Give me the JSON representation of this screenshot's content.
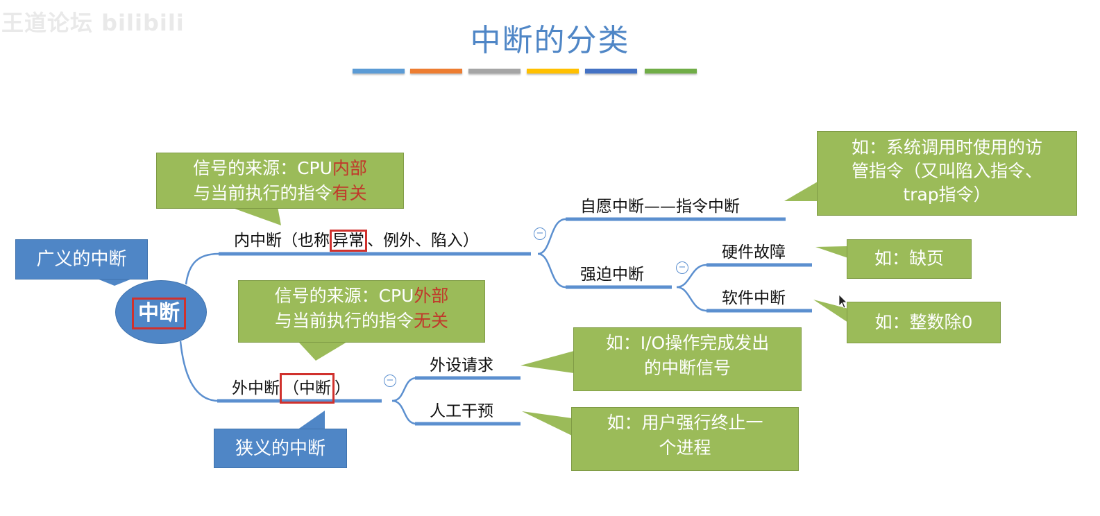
{
  "watermark": "王道论坛 bilibili",
  "title": "中断的分类",
  "title_bar_colors": [
    "#5b9bd5",
    "#ed7d31",
    "#a5a5a5",
    "#ffc000",
    "#4472c4",
    "#70ad47"
  ],
  "root": {
    "label": "中断"
  },
  "callouts": {
    "broad": "广义的中断",
    "narrow": "狭义的中断",
    "internal_source": {
      "line1_prefix": "信号的来源：CPU",
      "line1_emph": "内部",
      "line2_prefix": "与当前执行的指令",
      "line2_emph": "有关"
    },
    "external_source": {
      "line1_prefix": "信号的来源：CPU",
      "line1_emph": "外部",
      "line2_prefix": "与当前执行的指令",
      "line2_emph": "无关"
    }
  },
  "nodes": {
    "internal": {
      "prefix": "内中断（也称",
      "emph": "异常",
      "suffix": "、例外、陷入）"
    },
    "external": {
      "prefix": "外中断",
      "emph": "（中断",
      "suffix": "）"
    },
    "voluntary": "自愿中断——指令中断",
    "forced": "强迫中断",
    "hardware_fault": "硬件故障",
    "software_interrupt": "软件中断",
    "peripheral_request": "外设请求",
    "manual_intervention": "人工干预"
  },
  "examples": {
    "voluntary": {
      "line1": "如：系统调用时使用的访",
      "line2": "管指令（又叫陷入指令、",
      "line3": "trap指令）"
    },
    "hardware_fault": "如：缺页",
    "software_interrupt": "如：整数除0",
    "peripheral_request": {
      "line1": "如：I/O操作完成发出",
      "line2": "的中断信号"
    },
    "manual_intervention": {
      "line1": "如：用户强行终止一",
      "line2": "个进程"
    }
  },
  "collapse_symbol": "−",
  "colors": {
    "node_line": "#5b8fcf",
    "green_box": "#9bbb59",
    "blue_box": "#4f86c6",
    "highlight_red": "#d0312d",
    "emph_text": "#c0392b"
  }
}
